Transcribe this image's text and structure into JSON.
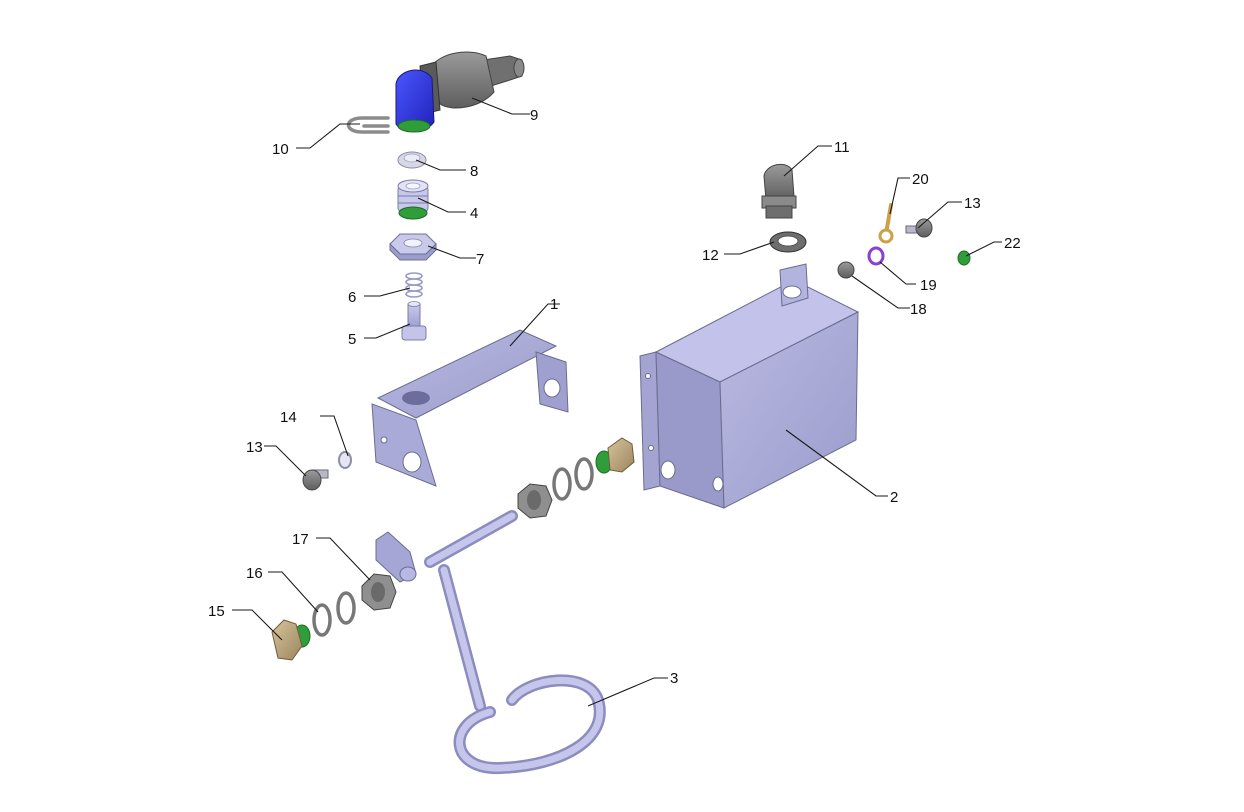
{
  "diagram": {
    "callouts": [
      {
        "id": "c1",
        "label": "1"
      },
      {
        "id": "c2",
        "label": "2"
      },
      {
        "id": "c3",
        "label": "3"
      },
      {
        "id": "c4",
        "label": "4"
      },
      {
        "id": "c5",
        "label": "5"
      },
      {
        "id": "c6",
        "label": "6"
      },
      {
        "id": "c7",
        "label": "7"
      },
      {
        "id": "c8",
        "label": "8"
      },
      {
        "id": "c9",
        "label": "9"
      },
      {
        "id": "c10",
        "label": "10"
      },
      {
        "id": "c11",
        "label": "11"
      },
      {
        "id": "c12",
        "label": "12"
      },
      {
        "id": "c13a",
        "label": "13"
      },
      {
        "id": "c13b",
        "label": "13"
      },
      {
        "id": "c14",
        "label": "14"
      },
      {
        "id": "c15",
        "label": "15"
      },
      {
        "id": "c16",
        "label": "16"
      },
      {
        "id": "c17",
        "label": "17"
      },
      {
        "id": "c18",
        "label": "18"
      },
      {
        "id": "c19",
        "label": "19"
      },
      {
        "id": "c20",
        "label": "20"
      },
      {
        "id": "c22",
        "label": "22"
      }
    ],
    "colors": {
      "part_lavender": "#a9a9d6",
      "part_gray": "#7a7a7a",
      "connector_blue": "#2a2ee6",
      "seal_green": "#2f9e3a",
      "brass": "#b9a27a",
      "ring_purple": "#8a3fd6",
      "lug_gold": "#c9a24a",
      "leader_line": "#1a1a1a"
    }
  }
}
